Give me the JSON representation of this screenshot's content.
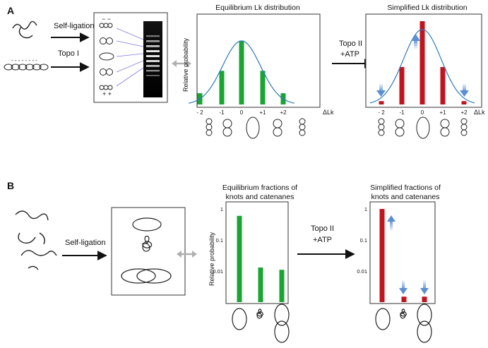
{
  "panel_a": {
    "label": "A",
    "self_ligation_label": "Self-ligation",
    "topo_i_label": "Topo I",
    "gel_top_signs": "−  −",
    "gel_bottom_signs": "+  +",
    "gel_signs": [
      "−",
      "+"
    ],
    "equilibrium_title": "Equilibrium Lk distribution",
    "simplified_title": "Simplified Lk distribution",
    "topo_ii_label": "Topo  II",
    "atp_label": "+ATP",
    "ylabel": "Relative probability",
    "xlabel": "ΔLk",
    "categories": [
      "- 2",
      "-1",
      "0",
      "+1",
      "+2"
    ],
    "equilibrium_values": [
      0.15,
      0.45,
      0.85,
      0.45,
      0.15
    ],
    "simplified_values": [
      0.04,
      0.45,
      1.0,
      0.45,
      0.04
    ],
    "equilibrium_color": "#1aa533",
    "simplified_color": "#c0141e",
    "curve_color": "#2f7ab8",
    "arrow_color": "#5b8fd4"
  },
  "panel_b": {
    "label": "B",
    "self_ligation_label": "Self-ligation",
    "equilibrium_title_line1": "Equilibrium fractions of",
    "equilibrium_title_line2": "knots and catenanes",
    "simplified_title_line1": "Simplified fractions of",
    "simplified_title_line2": "knots and catenanes",
    "topo_ii_label": "Topo  II",
    "atp_label": "+ATP",
    "ylabel": "Relative probability",
    "y_ticks": [
      "1",
      "0.1",
      "0.01"
    ],
    "categories": [
      "unknot",
      "trefoil knot",
      "catenane"
    ],
    "equilibrium_values": [
      0.6,
      0.013,
      0.011
    ],
    "simplified_values": [
      1.0,
      0.0015,
      0.0015
    ],
    "equilibrium_color": "#1aa533",
    "simplified_color": "#c0141e",
    "arrow_color": "#5b8fd4"
  },
  "bidirectional_arrow_color": "#b0b0b0"
}
